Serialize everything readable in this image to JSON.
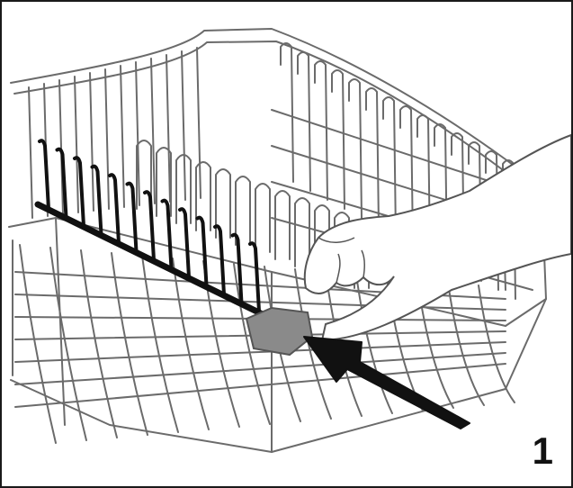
{
  "figure": {
    "step_number": "1",
    "colors": {
      "frame": "#1a1a1a",
      "wire": "#6b6b6b",
      "tine": "#111111",
      "hand_fill": "#ffffff",
      "hand_outline": "#555555",
      "clip": "#8a8a8a",
      "arrow": "#111111"
    },
    "icons": [
      "dishwasher-basket-illustration",
      "hand-illustration",
      "arrow-icon"
    ]
  }
}
